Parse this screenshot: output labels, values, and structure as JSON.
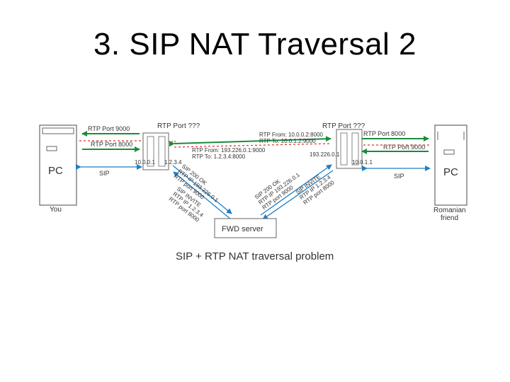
{
  "slide": {
    "title": "3. SIP NAT Traversal 2"
  },
  "colors": {
    "rtp": "#1a8c3a",
    "sip": "#1e7fc4",
    "dashed": "#d83030",
    "text": "#333333"
  },
  "left_pc": {
    "label": "PC",
    "caption": "You",
    "ip": "10.0.0.1"
  },
  "right_pc": {
    "label": "PC",
    "caption_line1": "Romanian",
    "caption_line2": "friend",
    "ip": "10.0.1.1"
  },
  "nat_left": {
    "port_label": "RTP Port ???",
    "public_ip": "1.2.3.4"
  },
  "nat_right": {
    "port_label": "RTP Port ???",
    "public_ip": "193.226.0.1"
  },
  "arrows": {
    "left_rtp_9000": "RTP Port 9000",
    "left_rtp_8000": "RTP Port 8000",
    "left_sip": "SIP",
    "right_rtp_8000": "RTP Port 8000",
    "right_rtp_9000": "RTP Port 9000",
    "right_sip": "SIP"
  },
  "rtp_from_upper": {
    "line1": "RTP From: 10.0.0.2:8000",
    "line2": "RTP To: 10.0.1.2:9000"
  },
  "rtp_from_lower": {
    "line1": "RTP From: 193.226.0.1:9000",
    "line2": "RTP To: 1.2.3.4:8000"
  },
  "msg_left_200": [
    "SIP 200 OK",
    "RTP IP 193.226.0.1",
    "RTP port 9000"
  ],
  "msg_left_invite": [
    "SIP INVITE",
    "RTP IP 1.2.3.4",
    "RTP port 8000"
  ],
  "msg_right_200": [
    "SIP 200 OK",
    "RTP IP 193.226.0.1",
    "RTP port 9000"
  ],
  "msg_right_invite": [
    "SIP INVITE",
    "RTP IP 1.2.3.4",
    "RTP port 8000"
  ],
  "fwd_server": {
    "label": "FWD server"
  },
  "caption": "SIP + RTP NAT traversal problem"
}
